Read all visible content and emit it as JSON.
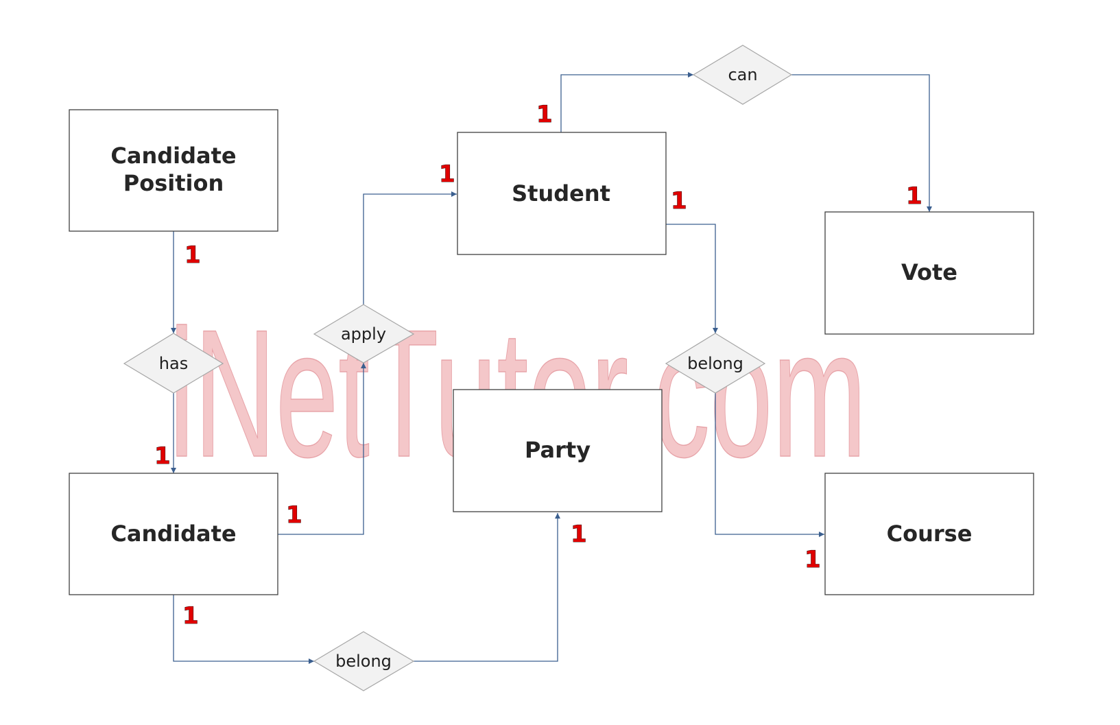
{
  "watermark": "iNetTutor.com",
  "colors": {
    "connector": "#3b5f8f",
    "cardinality": "#e00000",
    "watermark": "#f4c7c9",
    "relationship_fill": "#f2f2f2"
  },
  "entities": {
    "candidate_position": {
      "lines": [
        "Candidate",
        "Position"
      ]
    },
    "student": {
      "lines": [
        "Student"
      ]
    },
    "vote": {
      "lines": [
        "Vote"
      ]
    },
    "party": {
      "lines": [
        "Party"
      ]
    },
    "candidate": {
      "lines": [
        "Candidate"
      ]
    },
    "course": {
      "lines": [
        "Course"
      ]
    }
  },
  "relationships": {
    "can": "can",
    "has": "has",
    "apply": "apply",
    "belong_student_course": "belong",
    "belong_candidate_party": "belong"
  },
  "cardinalities": {
    "student_can": "1",
    "vote_can": "1",
    "student_apply": "1",
    "student_belong": "1",
    "position_has": "1",
    "candidate_has": "1",
    "candidate_apply": "1",
    "party_belong": "1",
    "course_belong": "1",
    "candidate_belong": "1"
  }
}
